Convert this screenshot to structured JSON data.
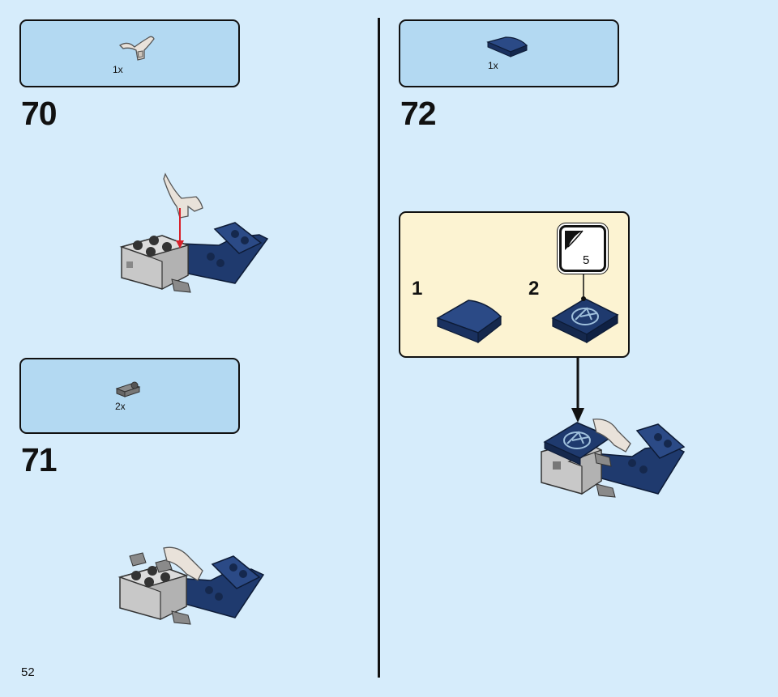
{
  "page_number": "52",
  "steps": [
    {
      "number": "70",
      "parts": [
        {
          "quantity": "1x",
          "icon": "white-horn-piece"
        }
      ]
    },
    {
      "number": "71",
      "parts": [
        {
          "quantity": "2x",
          "icon": "grey-clip-plate"
        }
      ]
    },
    {
      "number": "72",
      "parts": [
        {
          "quantity": "1x",
          "icon": "dark-blue-curved-slope"
        }
      ],
      "substeps": [
        {
          "label": "1",
          "icon": "dark-blue-curved-slope"
        },
        {
          "label": "2",
          "icon": "curved-slope-with-avengers-sticker"
        }
      ],
      "sticker_number": "5"
    }
  ],
  "colors": {
    "background": "#d6ecfb",
    "parts_box": "#b3d9f2",
    "substep_box": "#fcf3d2",
    "dark_blue": "#1f3a6e",
    "light_grey": "#c8c8c8",
    "dark_grey": "#555555",
    "arrow_red": "#d8202a"
  }
}
